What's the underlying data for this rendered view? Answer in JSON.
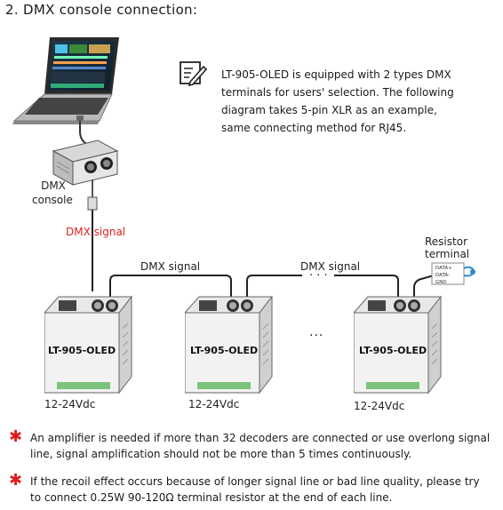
{
  "section_title": "2. DMX console connection:",
  "note_lines": [
    "LT-905-OLED is equipped with 2 types DMX",
    "terminals for users' selection. The following",
    "diagram takes 5-pin XLR as an example,",
    "same connecting method for RJ45."
  ],
  "console_label_lines": [
    "DMX",
    "console"
  ],
  "dmx_signal_label_red": "DMX signal",
  "dmx_signal_label": "DMX signal",
  "ellipsis": "...",
  "resistor_label_lines": [
    "Resistor",
    "terminal"
  ],
  "resistor_pins": [
    "DATA+",
    "DATA-",
    "GND"
  ],
  "decoder_model": "LT-905-OLED",
  "supply_voltage": "12-24Vdc",
  "footnotes": [
    {
      "lines": [
        "An amplifier is needed if more than 32 decoders are connected or use overlong signal",
        "line, signal amplification should not be more than 5 times continuously."
      ]
    },
    {
      "lines": [
        "If the recoil effect occurs because of longer signal line or bad line quality, please try",
        "to connect 0.25W 90-120Ω terminal resistor at the end of each line."
      ]
    }
  ],
  "colors": {
    "warning_star": "#e01b1b",
    "signal_label_red": "#d22222"
  }
}
